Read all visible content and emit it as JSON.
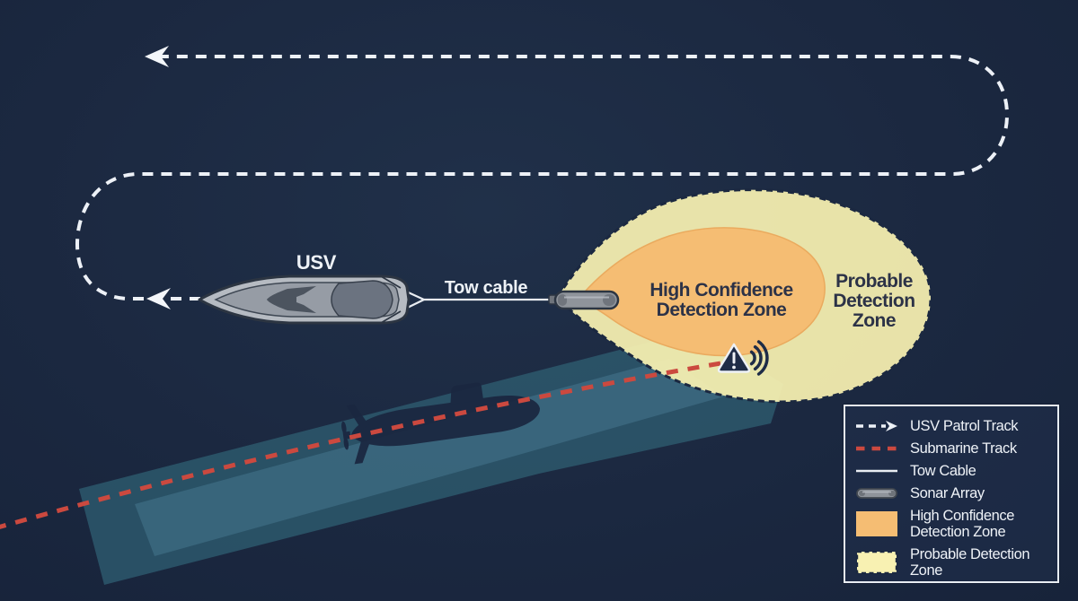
{
  "diagram": {
    "usv_label": "USV",
    "tow_cable_label": "Tow cable",
    "high_confidence_zone_label": [
      "High Confidence",
      "Detection Zone"
    ],
    "probable_zone_label": [
      "Probable",
      "Detection",
      "Zone"
    ]
  },
  "legend": {
    "items": [
      {
        "id": "usv-patrol-track",
        "label": "USV Patrol Track"
      },
      {
        "id": "submarine-track",
        "label": "Submarine Track"
      },
      {
        "id": "tow-cable",
        "label": "Tow Cable"
      },
      {
        "id": "sonar-array",
        "label": "Sonar Array"
      },
      {
        "id": "high-confidence-detection-zone",
        "label_lines": [
          "High Confidence",
          "Detection Zone"
        ]
      },
      {
        "id": "probable-detection-zone",
        "label_lines": [
          "Probable Detection",
          "Zone"
        ]
      }
    ]
  },
  "colors": {
    "background": "#1b2840",
    "usv_patrol_track": "#edf1f7",
    "submarine_track": "#cb493f",
    "tow_cable": "#e9edf2",
    "sonar_array": "#8f949b",
    "high_confidence_zone": "#f5bd73",
    "probable_zone": "#f8f1b2",
    "zone_outline": "#1b2840",
    "zone_text": "#2c3247",
    "sonar_wake": "#2d5a6e",
    "submarine_silhouette": "#1a2740",
    "white_text": "#eef2f7"
  }
}
